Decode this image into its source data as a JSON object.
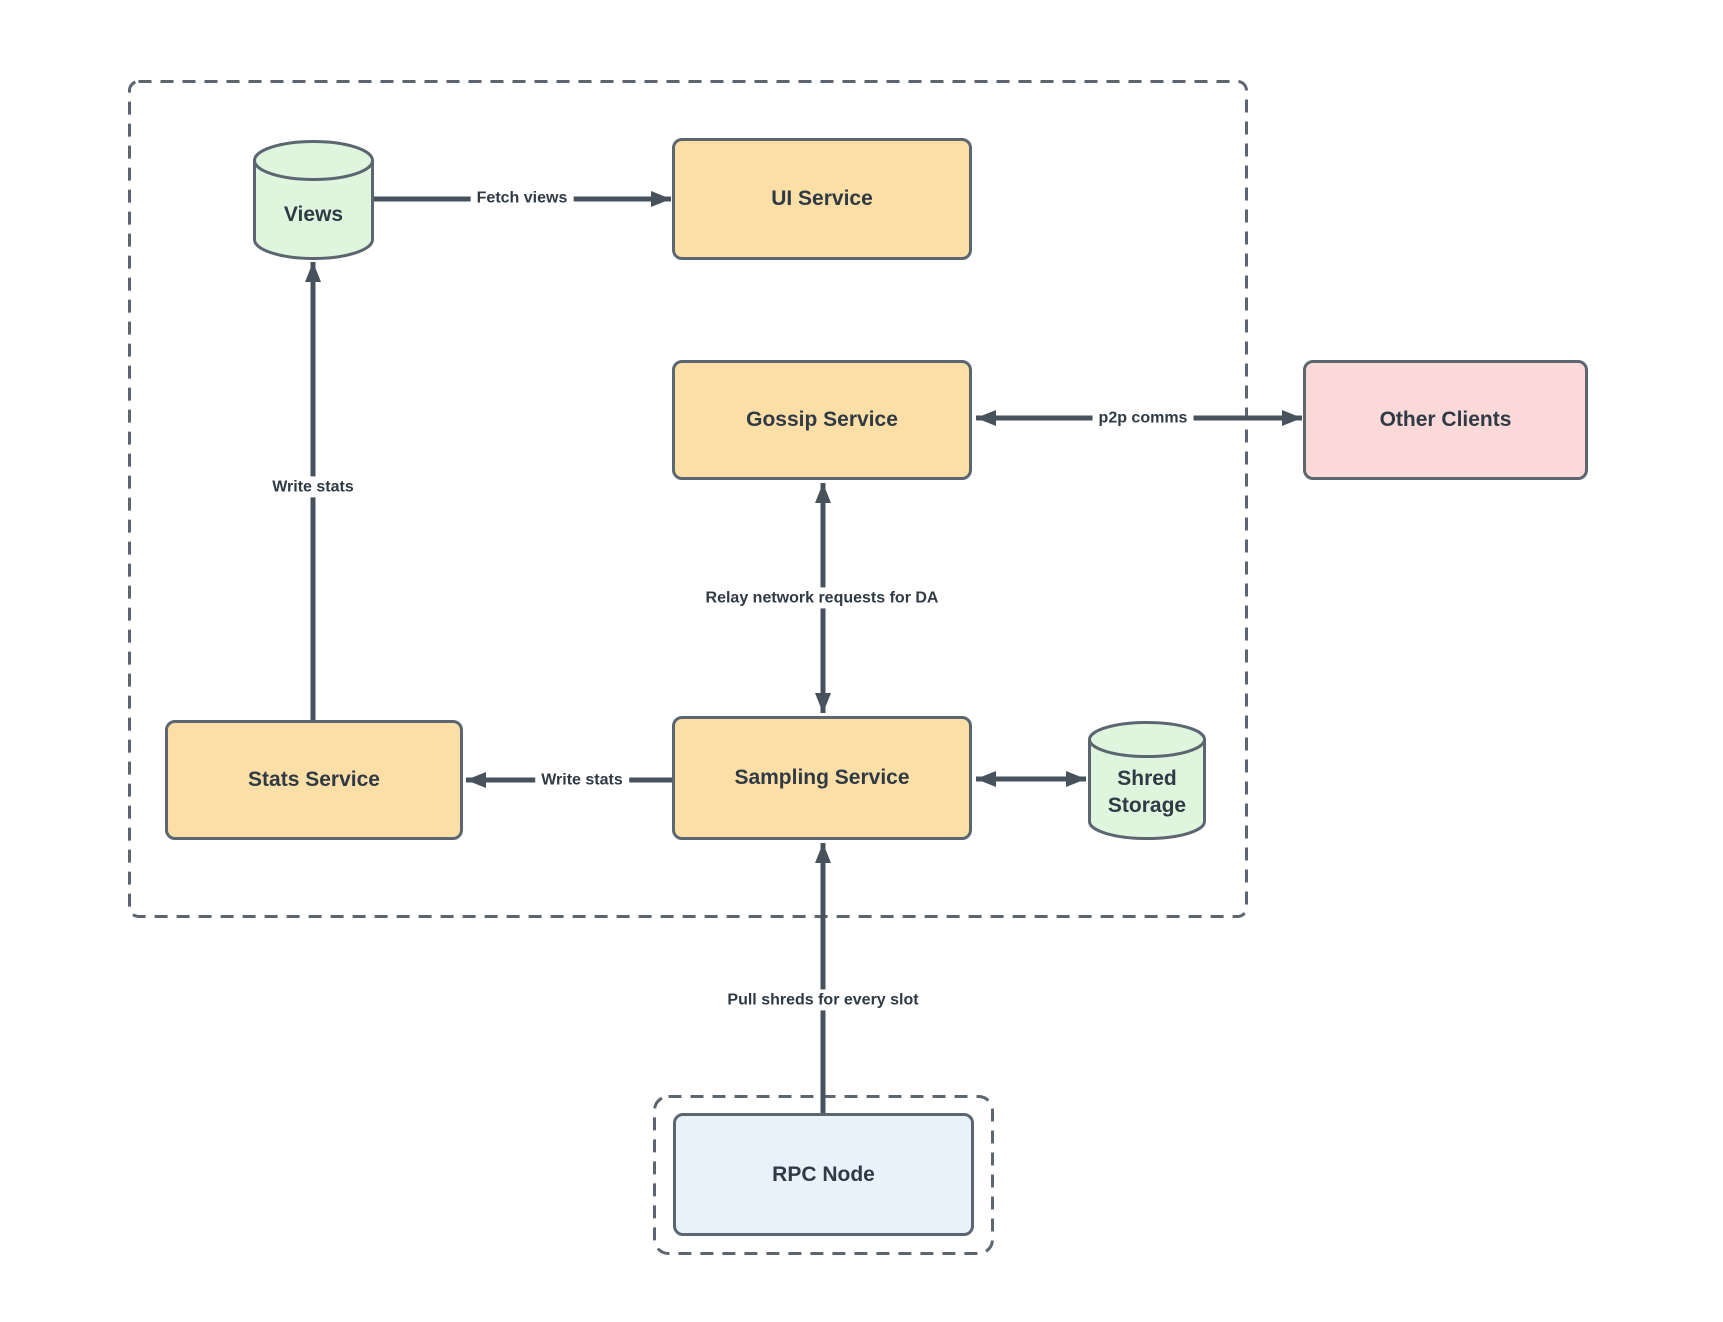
{
  "colors": {
    "bg": "#ffffff",
    "orange": "#fcdfa6",
    "green": "#e0f5de",
    "pink": "#fbd9d9",
    "blue": "#e9f1fb",
    "border": "#5b6670",
    "arrow": "#47525d",
    "text": "#2f3a45"
  },
  "nodes": {
    "views": {
      "label": "Views"
    },
    "ui_service": {
      "label": "UI Service"
    },
    "gossip_service": {
      "label": "Gossip Service"
    },
    "other_clients": {
      "label": "Other Clients"
    },
    "stats_service": {
      "label": "Stats Service"
    },
    "sampling_service": {
      "label": "Sampling Service"
    },
    "shred_storage": {
      "label": "Shred Storage"
    },
    "rpc_node": {
      "label": "RPC Node"
    }
  },
  "edges": {
    "fetch_views": {
      "label": "Fetch views"
    },
    "write_stats_to_views": {
      "label": "Write stats"
    },
    "relay_requests": {
      "label": "Relay network requests for DA"
    },
    "p2p_comms": {
      "label": "p2p comms"
    },
    "write_stats_to_stats": {
      "label": "Write stats"
    },
    "pull_shreds": {
      "label": "Pull shreds for every slot"
    }
  }
}
